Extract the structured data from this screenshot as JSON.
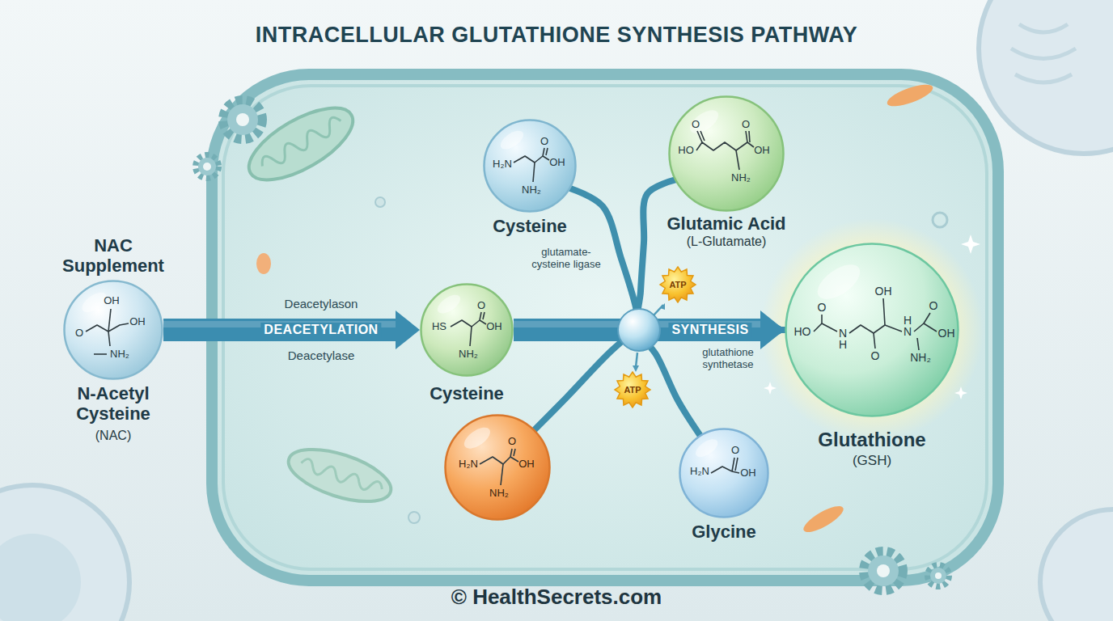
{
  "diagram": {
    "title": "INTRACELLULAR GLUTATHIONE SYNTHESIS PATHWAY",
    "caption": "© HealthSecrets.com",
    "nodes": [
      {
        "text": [
          "NAC Supplement",
          "OH",
          "O",
          "OH",
          "NH₂",
          "N-Acetyl Cysteine",
          "(NAC)"
        ]
      },
      {
        "text": [
          "H₂N",
          "O",
          "OH",
          "NH₂",
          "Cysteine"
        ]
      },
      {
        "text": [
          "O",
          "O",
          "HO",
          "OH",
          "NH₂",
          "Glutamic Acid",
          "(L-Glutamate)"
        ]
      },
      {
        "text": [
          "HS",
          "O",
          "OH",
          "NH₂",
          "Cysteine"
        ]
      },
      {
        "text": [
          "ATP"
        ]
      },
      {
        "text": [
          "ATP"
        ]
      },
      {
        "text": [
          "OH",
          "O",
          "HO",
          "N",
          "H",
          "H",
          "N",
          "O",
          "OH",
          "O",
          "NH₂",
          "Glutathione",
          "(GSH)"
        ]
      },
      {
        "text": [
          "H₂N",
          "O",
          "OH",
          "NH₂"
        ]
      },
      {
        "text": [
          "H₂N",
          "O",
          "OH",
          "Glycine"
        ]
      }
    ],
    "edges": [
      {
        "from": 0,
        "to": 3,
        "label": "DEACETYLATION",
        "arrow": "to"
      },
      {
        "from": 3,
        "to": 6,
        "label": "SYNTHESIS",
        "arrow": "to"
      },
      {
        "from": 1,
        "to": 6,
        "arrow": "to"
      },
      {
        "from": 2,
        "to": 6,
        "arrow": "to"
      },
      {
        "from": 7,
        "to": 6,
        "arrow": "to"
      },
      {
        "from": 8,
        "to": 6,
        "arrow": "to"
      }
    ],
    "labels": [
      "Deacetylason",
      "Deacetylase",
      "glutamate-cysteine ligase",
      "glutathione synthetase"
    ]
  }
}
